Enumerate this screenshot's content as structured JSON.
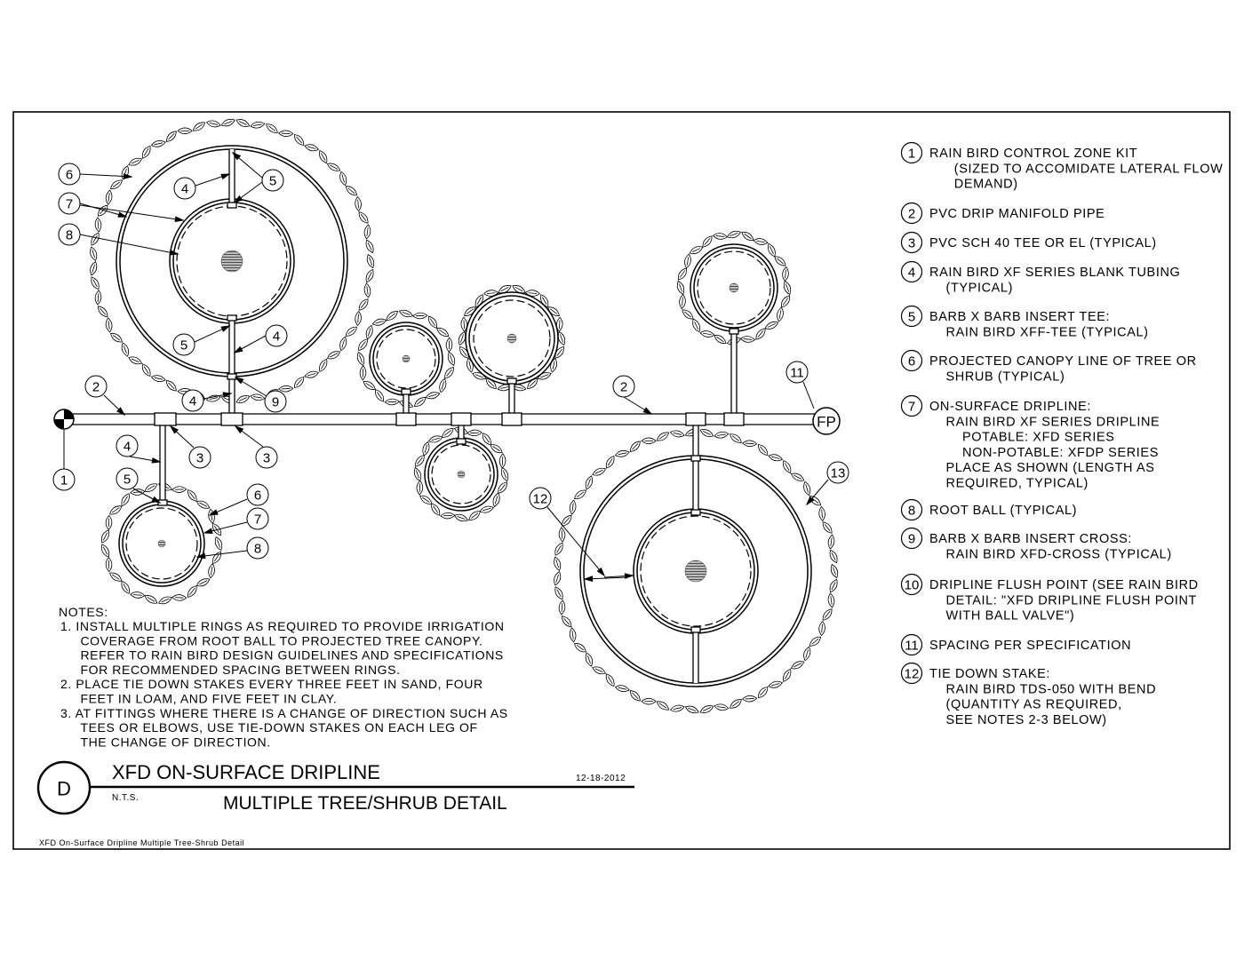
{
  "legend": [
    {
      "num": "1",
      "lines": [
        "RAIN BIRD CONTROL ZONE KIT",
        "   (SIZED TO ACCOMIDATE LATERAL FLOW",
        "   DEMAND)"
      ]
    },
    {
      "num": "2",
      "lines": [
        "PVC DRIP MANIFOLD PIPE"
      ]
    },
    {
      "num": "3",
      "lines": [
        "PVC SCH 40 TEE OR EL (TYPICAL)"
      ]
    },
    {
      "num": "4",
      "lines": [
        "RAIN BIRD XF SERIES BLANK TUBING",
        "  (TYPICAL)"
      ]
    },
    {
      "num": "5",
      "lines": [
        "BARB X BARB INSERT TEE:",
        "  RAIN BIRD XFF-TEE (TYPICAL)"
      ]
    },
    {
      "num": "6",
      "lines": [
        "PROJECTED CANOPY LINE OF TREE OR",
        "  SHRUB (TYPICAL)"
      ]
    },
    {
      "num": "7",
      "lines": [
        "ON-SURFACE DRIPLINE:",
        "  RAIN BIRD XF SERIES DRIPLINE",
        "    POTABLE: XFD SERIES",
        "    NON-POTABLE: XFDP SERIES",
        "  PLACE AS SHOWN (LENGTH AS",
        "  REQUIRED, TYPICAL)"
      ]
    },
    {
      "num": "8",
      "lines": [
        "ROOT BALL (TYPICAL)"
      ]
    },
    {
      "num": "9",
      "lines": [
        "BARB X BARB INSERT CROSS:",
        "  RAIN BIRD XFD-CROSS (TYPICAL)"
      ]
    },
    {
      "num": "10",
      "lines": [
        "DRIPLINE FLUSH POINT (SEE RAIN BIRD",
        "  DETAIL: \"XFD DRIPLINE FLUSH POINT",
        "  WITH BALL VALVE\")"
      ]
    },
    {
      "num": "11",
      "lines": [
        "SPACING PER SPECIFICATION"
      ]
    },
    {
      "num": "12",
      "lines": [
        "TIE DOWN STAKE:",
        "  RAIN BIRD TDS-050 WITH BEND",
        "  (QUANTITY AS REQUIRED,",
        "  SEE NOTES 2-3 BELOW)"
      ]
    }
  ],
  "notes": {
    "heading": "NOTES:",
    "lines": [
      "1. INSTALL MULTIPLE RINGS AS REQUIRED TO PROVIDE IRRIGATION",
      "     COVERAGE FROM ROOT BALL TO PROJECTED TREE CANOPY.",
      "     REFER TO RAIN BIRD DESIGN GUIDELINES AND SPECIFICATIONS",
      "     FOR RECOMMENDED SPACING BETWEEN RINGS.",
      "2. PLACE TIE DOWN STAKES EVERY THREE FEET IN SAND, FOUR",
      "     FEET IN LOAM, AND FIVE FEET IN CLAY.",
      "3. AT FITTINGS WHERE THERE IS A CHANGE OF DIRECTION SUCH AS",
      "     TEES OR ELBOWS, USE TIE-DOWN STAKES ON EACH LEG OF",
      "     THE CHANGE OF DIRECTION."
    ]
  },
  "title_block": {
    "detail_letter": "D",
    "title": "XFD ON-SURFACE DRIPLINE",
    "scale": "N.T.S.",
    "subtitle": "MULTIPLE TREE/SHRUB DETAIL",
    "date": "12-18-2012"
  },
  "footer": "XFD On-Surface Dripline Multiple Tree-Shrub Detail",
  "flush_point_label": "FP",
  "callouts": {
    "c1": "1",
    "c2": "2",
    "c3": "3",
    "c4": "4",
    "c5": "5",
    "c6": "6",
    "c7": "7",
    "c8": "8",
    "c9": "9",
    "c11": "11",
    "c12": "12",
    "c13": "13"
  },
  "colors": {
    "line": "#000000",
    "background": "#ffffff",
    "root_ball": "#6b6b6b"
  }
}
